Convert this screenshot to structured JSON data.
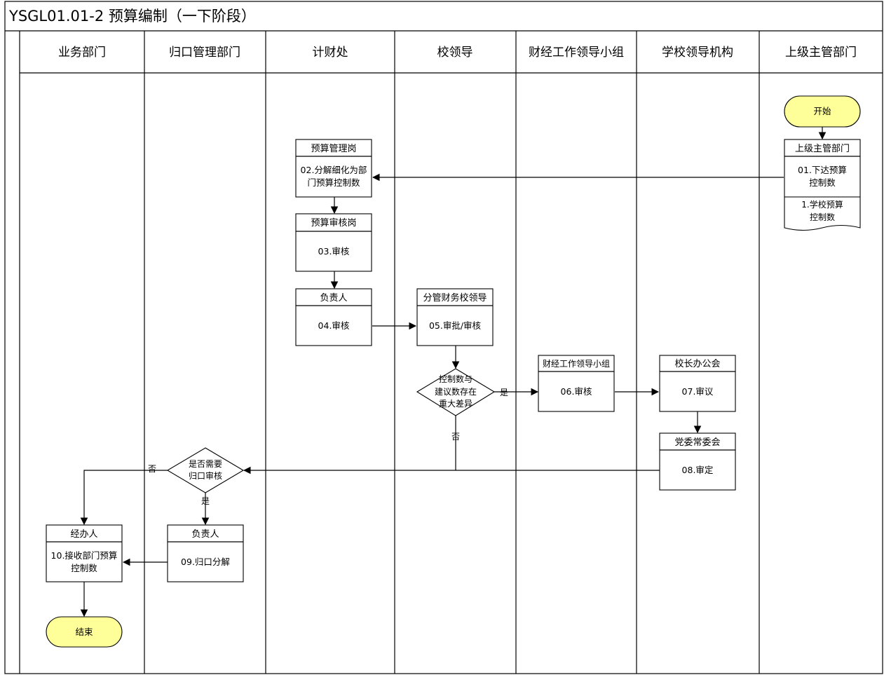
{
  "title": "YSGL01.01-2 预算编制（一下阶段）",
  "lanes": [
    "业务部门",
    "归口管理部门",
    "计财处",
    "校领导",
    "财经工作领导小组",
    "学校领导机构",
    "上级主管部门"
  ],
  "terminals": {
    "start": "开始",
    "end": "结束"
  },
  "steps": {
    "s01": {
      "role": "上级主管部门",
      "lines": [
        "01.下达预算",
        "控制数"
      ]
    },
    "s02": {
      "role": "预算管理岗",
      "lines": [
        "02.分解细化为部",
        "门预算控制数"
      ]
    },
    "s03": {
      "role": "预算审核岗",
      "lines": [
        "03.审核"
      ]
    },
    "s04": {
      "role": "负责人",
      "lines": [
        "04.审核"
      ]
    },
    "s05": {
      "role": "分管财务校领导",
      "lines": [
        "05.审批/审核"
      ]
    },
    "s06": {
      "role": "财经工作领导小组",
      "lines": [
        "06.审核"
      ]
    },
    "s07": {
      "role": "校长办公会",
      "lines": [
        "07.审议"
      ]
    },
    "s08": {
      "role": "党委常委会",
      "lines": [
        "08.审定"
      ]
    },
    "s09": {
      "role": "负责人",
      "lines": [
        "09.归口分解"
      ]
    },
    "s10": {
      "role": "经办人",
      "lines": [
        "10.接收部门预算",
        "控制数"
      ]
    }
  },
  "document": {
    "lines": [
      "1.学校预算",
      "控制数"
    ]
  },
  "decisions": {
    "d1": {
      "lines": [
        "控制数与",
        "建议数存在",
        "重大差异"
      ],
      "yes": "是",
      "no": "否"
    },
    "d2": {
      "lines": [
        "是否需要",
        "归口审核"
      ],
      "yes": "是",
      "no": "否"
    }
  }
}
